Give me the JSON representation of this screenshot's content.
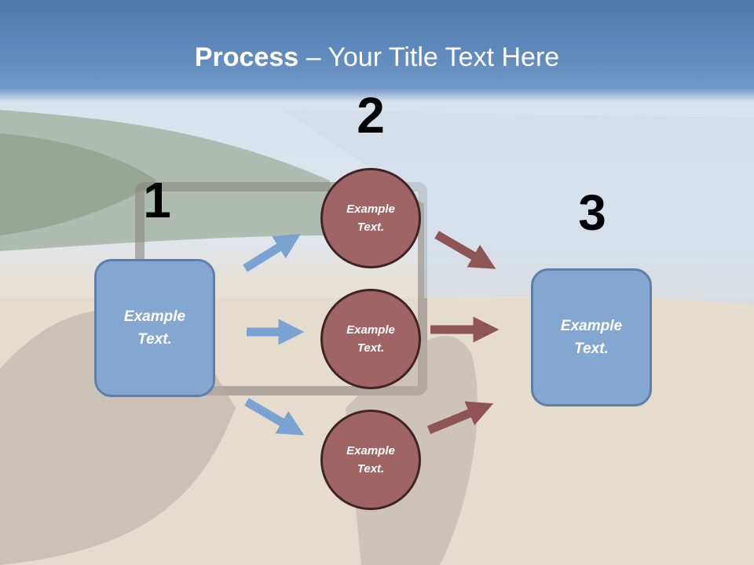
{
  "title": {
    "bold": "Process",
    "rest": " – Your Title Text Here"
  },
  "steps": {
    "one": "1",
    "two": "2",
    "three": "3"
  },
  "left_box": {
    "text": "Example Text."
  },
  "circles": [
    {
      "text": "Example Text."
    },
    {
      "text": "Example Text."
    },
    {
      "text": "Example Text."
    }
  ],
  "right_box": {
    "text": "Example Text."
  },
  "colors": {
    "blue_fill": "#84a7d1",
    "blue_arrow": "#7aa3d3",
    "red_fill": "#a06464",
    "red_arrow": "#8f5555",
    "header": "#5b84b6"
  }
}
